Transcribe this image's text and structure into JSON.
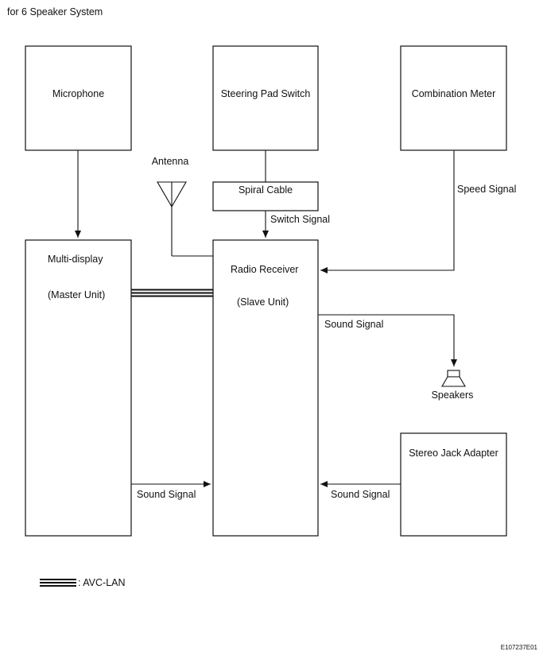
{
  "header": {
    "title": "for 6 Speaker System"
  },
  "blocks": {
    "microphone": "Microphone",
    "steering_pad_switch": "Steering Pad Switch",
    "combination_meter": "Combination Meter",
    "spiral_cable": "Spiral Cable",
    "multi_display": {
      "line1": "Multi-display",
      "line2": "(Master Unit)"
    },
    "radio_receiver": {
      "line1": "Radio Receiver",
      "line2": "(Slave Unit)"
    },
    "stereo_jack_adapter": "Stereo Jack Adapter"
  },
  "components": {
    "antenna": "Antenna",
    "speakers": "Speakers"
  },
  "signals": {
    "switch_signal": "Switch Signal",
    "speed_signal": "Speed Signal",
    "sound_signal_to_speakers": "Sound Signal",
    "sound_signal_from_display": "Sound Signal",
    "sound_signal_from_jack": "Sound Signal"
  },
  "legend": {
    "avc_lan": ": AVC-LAN"
  },
  "footer": {
    "code": "E107237E01"
  }
}
